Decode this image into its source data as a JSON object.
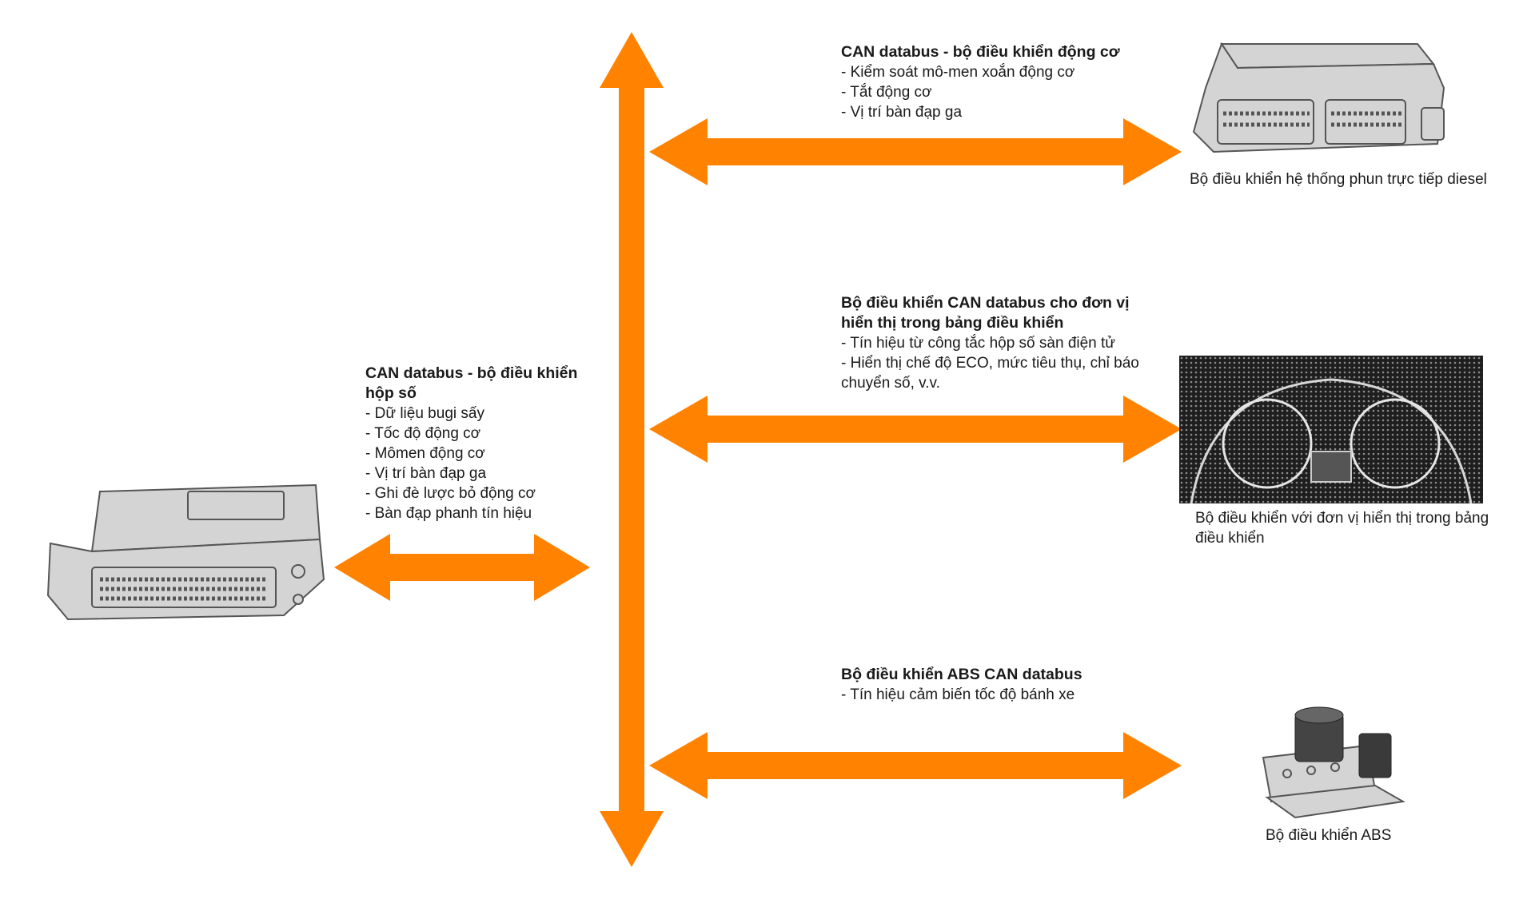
{
  "colors": {
    "arrow": "#FF8200",
    "device_fill": "#d4d4d4",
    "device_stroke": "#555555"
  },
  "transmission": {
    "title": "CAN databus - bộ điều khiển hộp số",
    "items": [
      "- Dữ liệu bugi sấy",
      "- Tốc độ động cơ",
      "- Mômen động cơ",
      "- Vị trí bàn đạp ga",
      "- Ghi đè lược bỏ động cơ",
      "- Bàn đạp phanh tín hiệu"
    ]
  },
  "engine": {
    "title": "CAN databus - bộ điều khiển động cơ",
    "items": [
      "- Kiểm soát mô-men xoắn động cơ",
      "- Tắt động cơ",
      "- Vị trí bàn đạp ga"
    ],
    "caption": "Bộ điều khiển hệ thống phun trực tiếp diesel"
  },
  "dashboard": {
    "title": "Bộ điều khiển CAN databus cho đơn vị hiển thị trong bảng điều khiển",
    "items": [
      "- Tín hiệu từ công tắc hộp số sàn điện tử",
      "- Hiển thị chế độ ECO, mức tiêu thụ, chỉ báo chuyển số, v.v."
    ],
    "caption": "Bộ điều khiển với đơn vị hiển thị trong bảng điều khiển"
  },
  "abs": {
    "title": "Bộ điều khiển ABS CAN databus",
    "items": [
      "- Tín hiệu cảm biến tốc độ bánh xe"
    ],
    "caption": "Bộ điều khiển ABS"
  }
}
